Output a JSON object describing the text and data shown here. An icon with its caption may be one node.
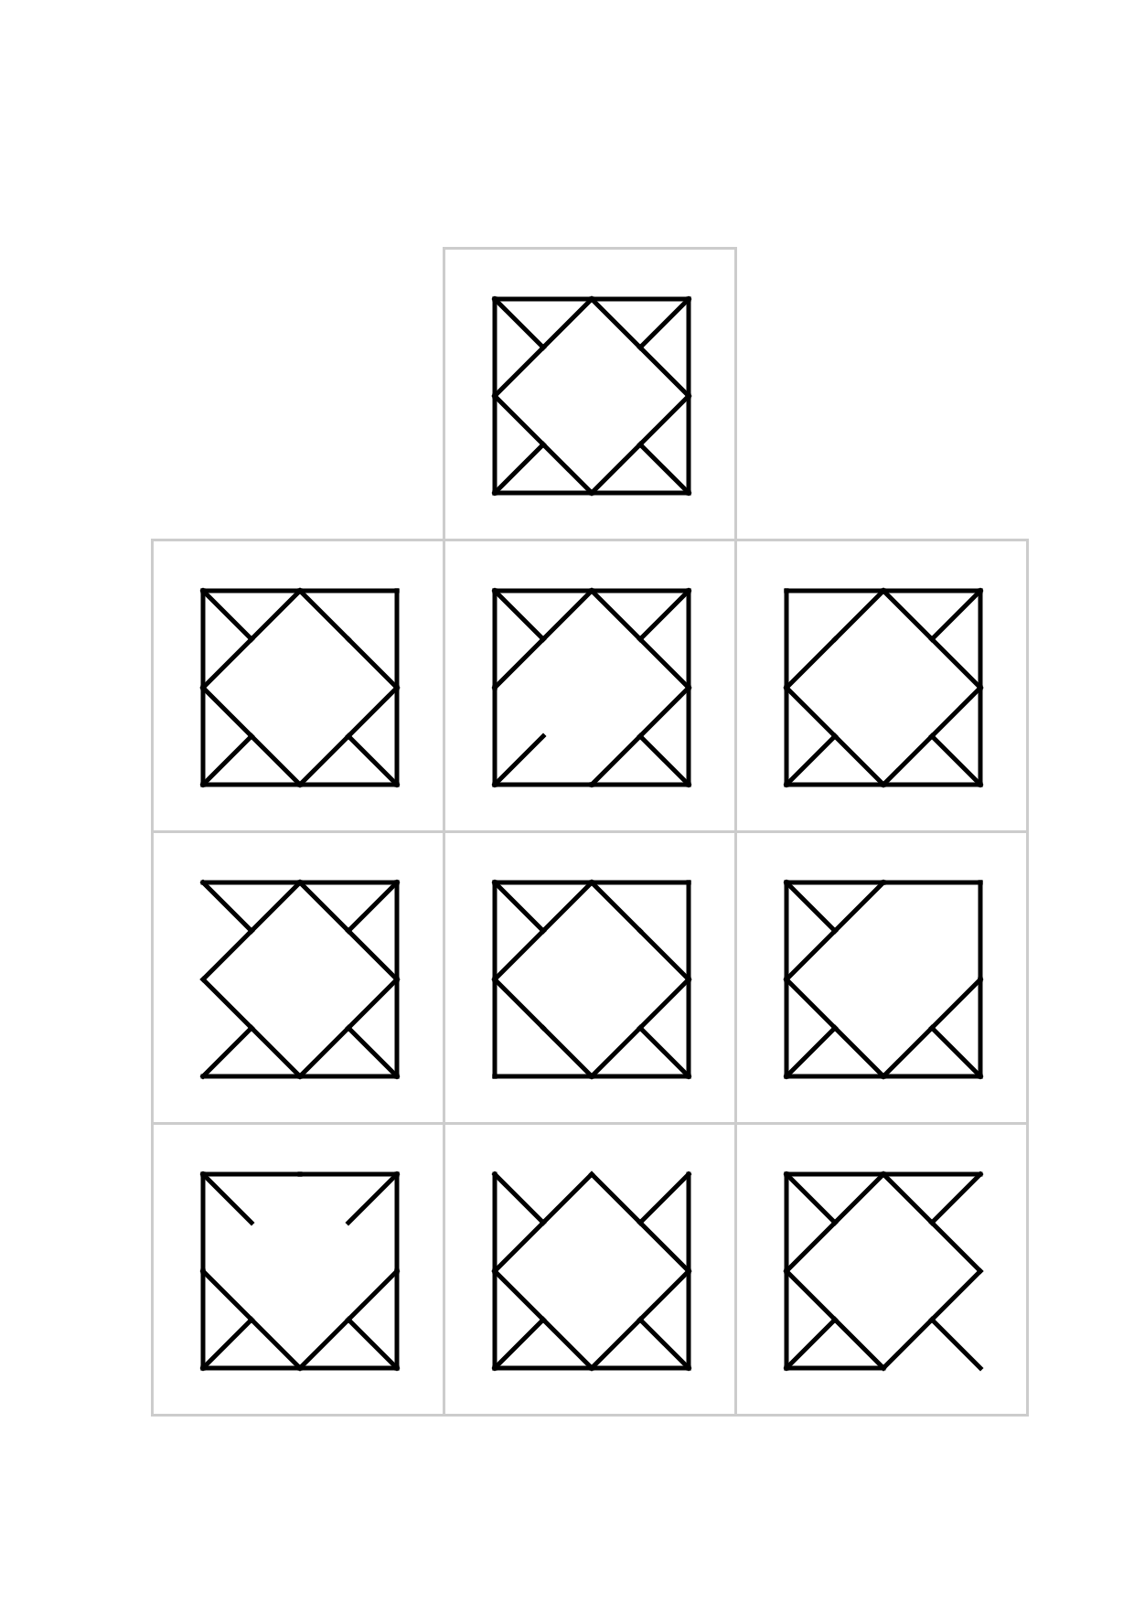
{
  "diagram": {
    "nodes": [
      {
        "text": [],
        "shape": "picture"
      },
      {
        "text": [],
        "shape": "picture"
      },
      {
        "text": [],
        "shape": "picture"
      },
      {
        "text": [],
        "shape": "picture"
      },
      {
        "text": [],
        "shape": "picture"
      },
      {
        "text": [],
        "shape": "picture"
      },
      {
        "text": [],
        "shape": "picture"
      },
      {
        "text": [],
        "shape": "picture"
      },
      {
        "text": [],
        "shape": "picture"
      },
      {
        "text": [],
        "shape": "picture"
      }
    ]
  }
}
